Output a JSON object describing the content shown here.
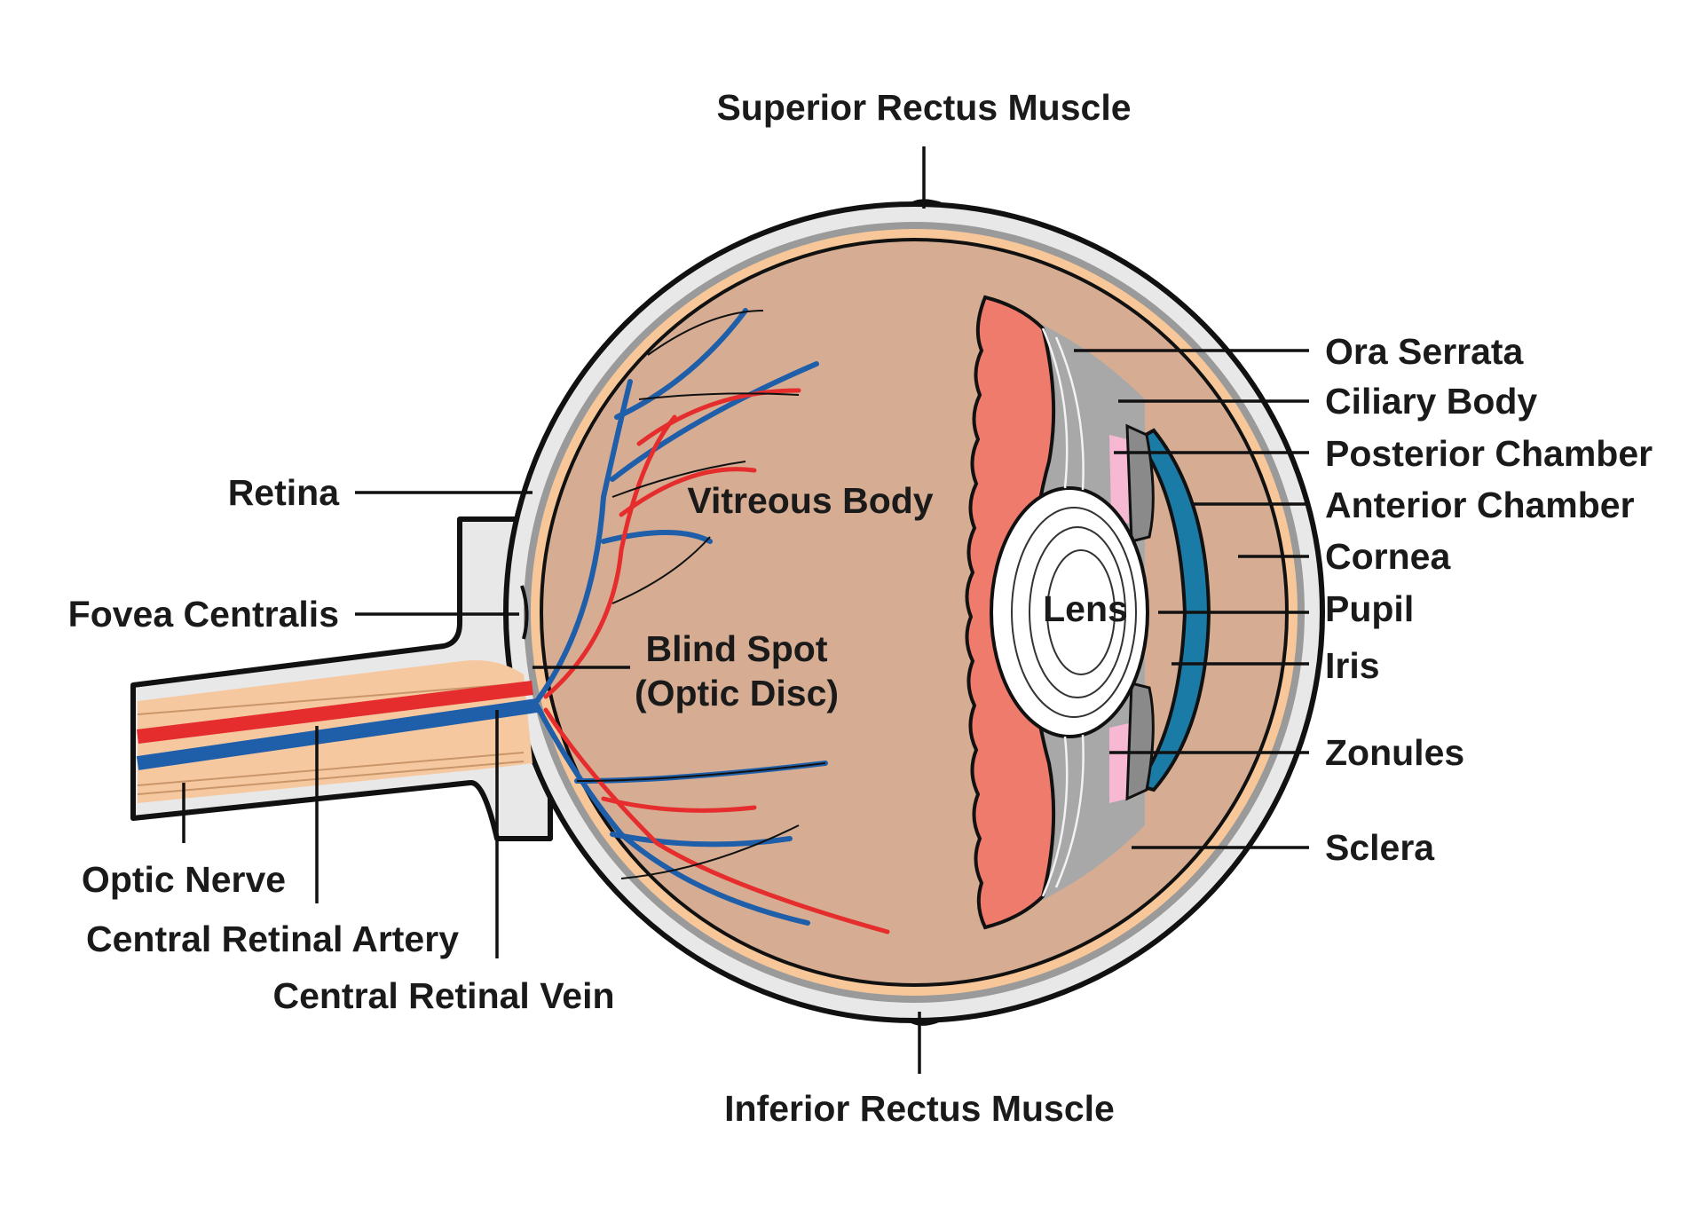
{
  "labels": {
    "superior_rectus_muscle": "Superior Rectus Muscle",
    "inferior_rectus_muscle": "Inferior Rectus Muscle",
    "ora_serrata": "Ora Serrata",
    "ciliary_body": "Ciliary Body",
    "posterior_chamber": "Posterior Chamber",
    "anterior_chamber": "Anterior Chamber",
    "cornea": "Cornea",
    "pupil": "Pupil",
    "iris": "Iris",
    "zonules": "Zonules",
    "sclera": "Sclera",
    "retina": "Retina",
    "fovea_centralis": "Fovea Centralis",
    "vitreous_body": "Vitreous Body",
    "blind_spot": "Blind Spot",
    "optic_disc": "(Optic Disc)",
    "lens": "Lens",
    "optic_nerve": "Optic Nerve",
    "central_retinal_artery": "Central Retinal Artery",
    "central_retinal_vein": "Central Retinal Vein"
  },
  "colors": {
    "outline": "#111111",
    "sclera": "#e8e8e8",
    "choroid": "#9a9a9a",
    "retina": "#f7c79a",
    "vitreous": "#d6ad93",
    "ciliary_muscle": "#ef7b6c",
    "ciliary_dark": "#a8a8a8",
    "lens": "#ffffff",
    "iris": "#1a7ca6",
    "cornea_chamber": "#a9dde8",
    "pink_tissue": "#f6b8d2",
    "muscle": "#cf6a55",
    "artery": "#e52d2d",
    "vein": "#1f5ea8",
    "nerve": "#f6c8a0"
  }
}
